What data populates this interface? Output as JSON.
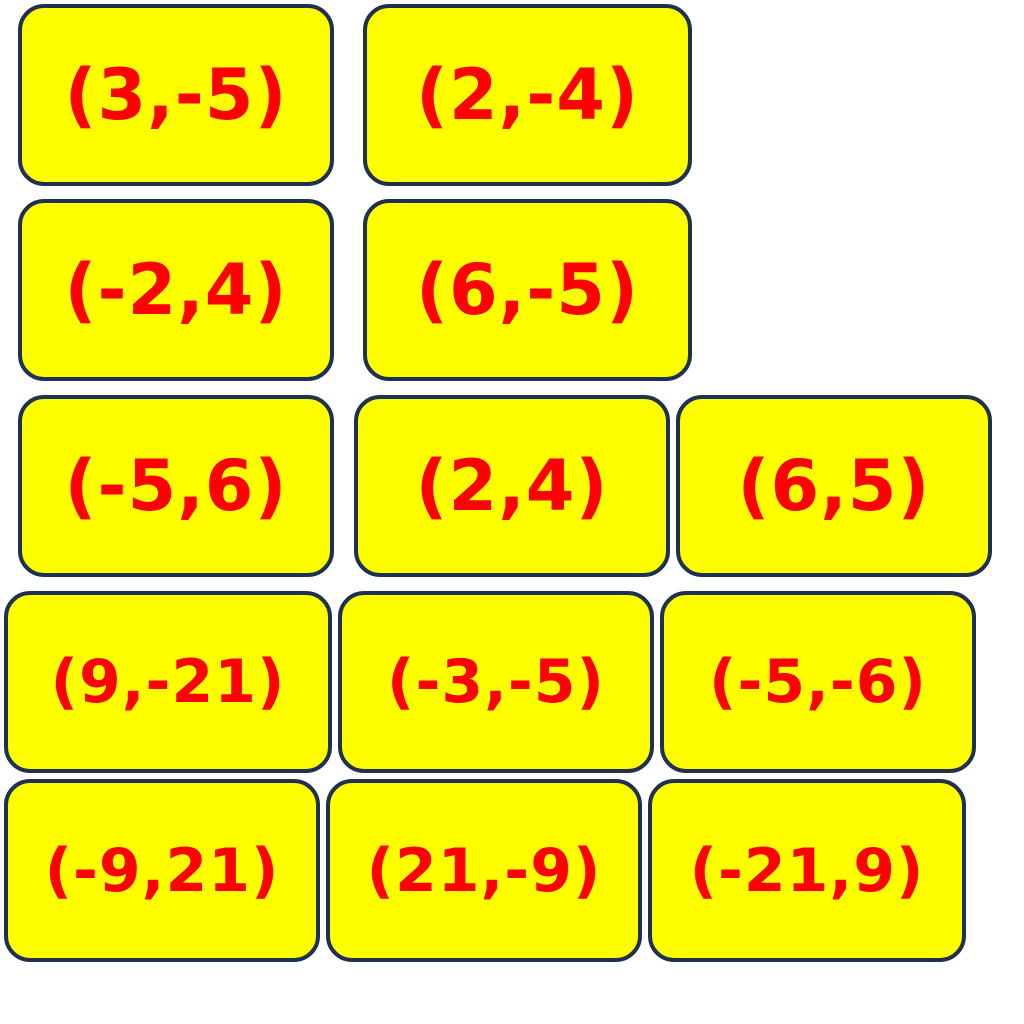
{
  "cards": [
    {
      "label": "(3,-5)"
    },
    {
      "label": "(2,-4)"
    },
    {
      "label": "(-2,4)"
    },
    {
      "label": "(6,-5)"
    },
    {
      "label": "(-5,6)"
    },
    {
      "label": "(2,4)"
    },
    {
      "label": "(6,5)"
    },
    {
      "label": "(9,-21)"
    },
    {
      "label": "(-3,-5)"
    },
    {
      "label": "(-5,-6)"
    },
    {
      "label": "(-9,21)"
    },
    {
      "label": "(21,-9)"
    },
    {
      "label": "(-21,9)"
    }
  ],
  "colors": {
    "card_fill": "#ffff00",
    "card_border": "#1f3050",
    "text": "#ff0000"
  }
}
